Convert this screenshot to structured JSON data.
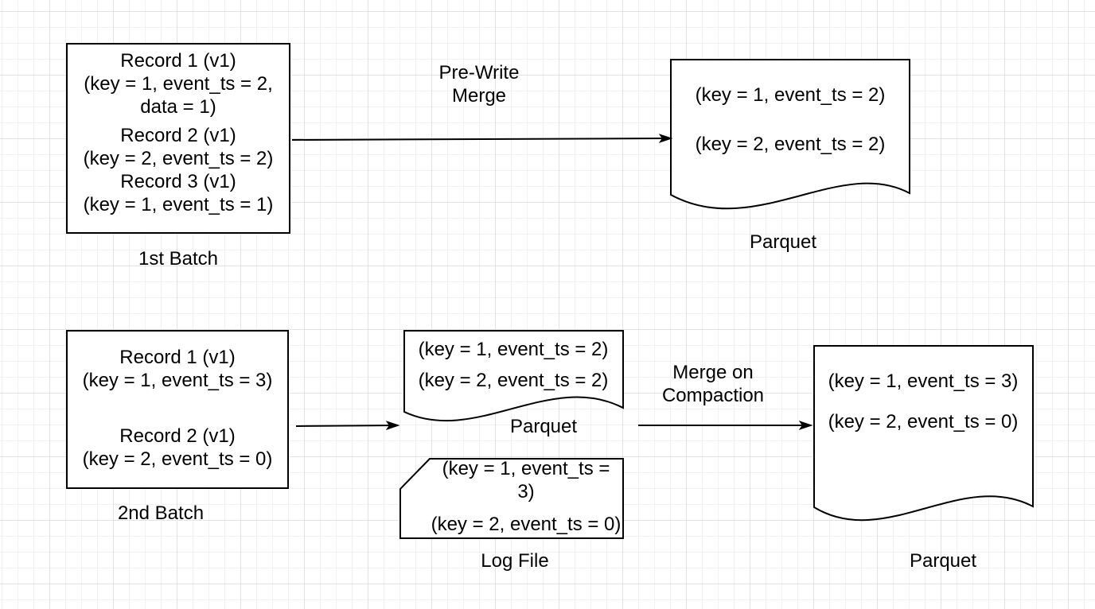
{
  "colors": {
    "stroke": "#000000",
    "text": "#000000",
    "background": "#ffffff",
    "grid_minor": "#f1f1f3",
    "grid_major": "#e3e3e5"
  },
  "batch1": {
    "record1": {
      "l1": "Record 1 (v1)",
      "l2": "(key = 1, event_ts = 2,",
      "l3": "data = 1)"
    },
    "record2": {
      "l1": "Record 2 (v1)",
      "l2": "(key = 2, event_ts = 2)"
    },
    "record3": {
      "l1": "Record 3 (v1)",
      "l2": "(key = 1, event_ts = 1)"
    },
    "label": "1st Batch"
  },
  "pre_write_arrow": {
    "l1": "Pre-Write",
    "l2": "Merge"
  },
  "parquet_top": {
    "row1": "(key = 1, event_ts = 2)",
    "row2": "(key = 2, event_ts = 2)",
    "label": "Parquet"
  },
  "batch2": {
    "record1": {
      "l1": "Record 1 (v1)",
      "l2": "(key = 1, event_ts = 3)"
    },
    "record2": {
      "l1": "Record 2 (v1)",
      "l2": "(key = 2, event_ts = 0)"
    },
    "label": "2nd Batch"
  },
  "parquet_mid": {
    "row1": "(key = 1, event_ts = 2)",
    "row2": "(key = 2, event_ts = 2)",
    "label": "Parquet"
  },
  "log_file": {
    "row1_l1": "(key = 1, event_ts =",
    "row1_l2": "3)",
    "row2": "(key = 2, event_ts = 0)",
    "label": "Log File"
  },
  "compaction_arrow": {
    "l1": "Merge on",
    "l2": "Compaction"
  },
  "parquet_right": {
    "row1": "(key = 1, event_ts = 3)",
    "row2": "(key = 2, event_ts = 0)",
    "label": "Parquet"
  }
}
